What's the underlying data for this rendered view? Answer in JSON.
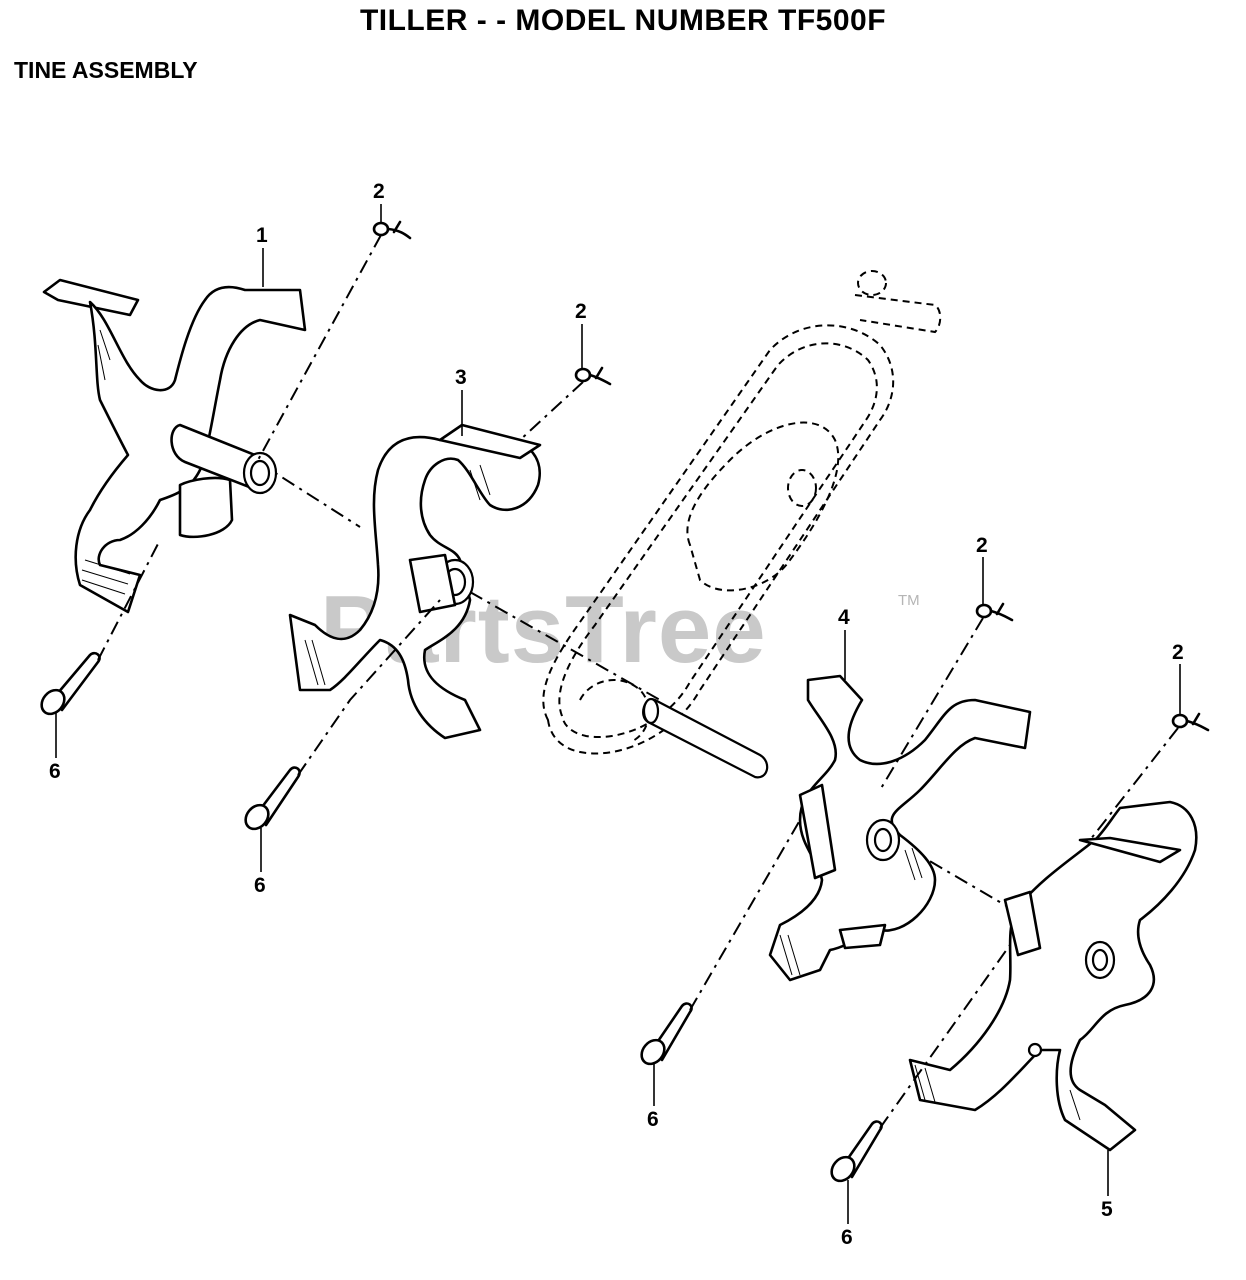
{
  "header": {
    "title": "TILLER - - MODEL NUMBER TF500F",
    "section": "TINE ASSEMBLY"
  },
  "watermark": {
    "text": "PartsTree",
    "tm": "TM"
  },
  "callouts": {
    "c1": "1",
    "c2a": "2",
    "c2b": "2",
    "c2c": "2",
    "c2d": "2",
    "c3": "3",
    "c4": "4",
    "c5": "5",
    "c6a": "6",
    "c6b": "6",
    "c6c": "6",
    "c6d": "6"
  }
}
